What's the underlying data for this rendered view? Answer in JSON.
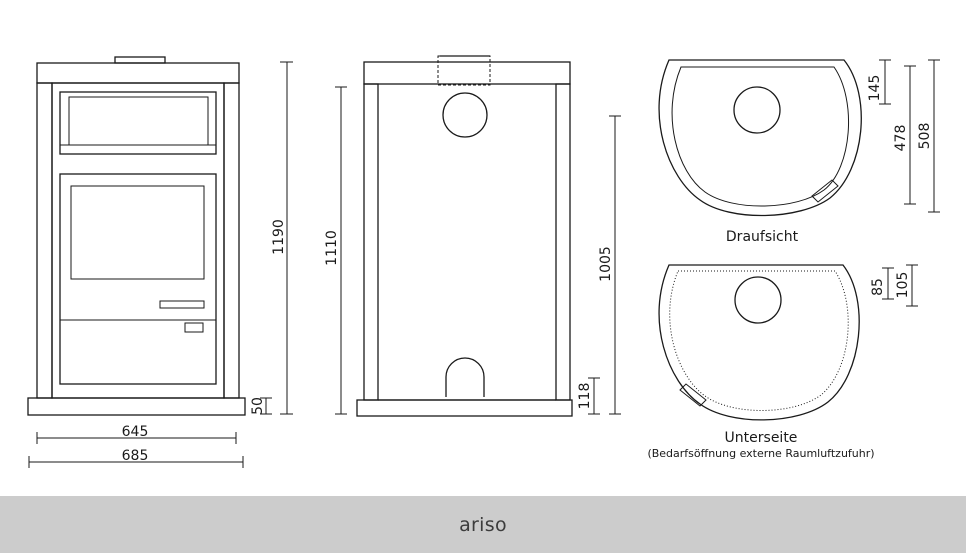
{
  "dimensions": {
    "front_height": "1190",
    "front_base": "50",
    "front_width_inner": "645",
    "front_width_outer": "685",
    "side_height": "1110",
    "side_connector_height": "1005",
    "side_lower_height": "118",
    "top_145": "145",
    "top_478": "478",
    "top_508": "508",
    "bottom_85": "85",
    "bottom_105": "105"
  },
  "labels": {
    "top_view": "Draufsicht",
    "bottom_view": "Unterseite",
    "bottom_note": "(Bedarfsöffnung externe Raumluftzufuhr)"
  },
  "footer": {
    "label": "ariso"
  },
  "colors": {
    "line": "#1a1a1a",
    "footer_bg": "#cccccc",
    "footer_text": "#3c3c3c"
  }
}
